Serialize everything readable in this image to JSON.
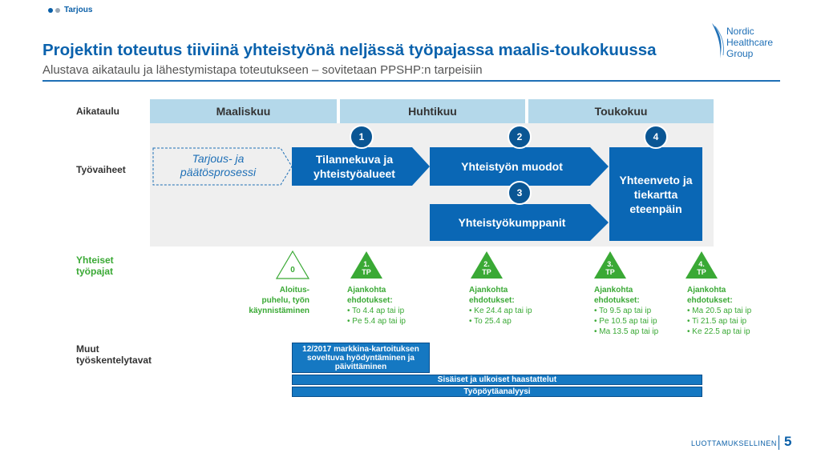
{
  "header": {
    "tag": "Tarjous"
  },
  "title": "Projektin toteutus tiiviinä yhteistyönä neljässä työpajassa maalis-toukokuussa",
  "subtitle": "Alustava aikataulu ja lähestymistapa toteutukseen – sovitetaan PPSHP:n tarpeisiin",
  "logo": {
    "line1": "Nordic",
    "line2": "Healthcare",
    "line3": "Group"
  },
  "rows": {
    "schedule": "Aikataulu",
    "phases": "Työvaiheet",
    "workshops": [
      "Yhteiset",
      "työpajat"
    ],
    "other": [
      "Muut",
      "työskentelytavat"
    ]
  },
  "months": [
    "Maaliskuu",
    "Huhtikuu",
    "Toukokuu"
  ],
  "phases": {
    "tender": [
      "Tarjous- ja",
      "päätösprosessi"
    ],
    "p1": [
      "Tilannekuva ja",
      "yhteistyöalueet"
    ],
    "p2": "Yhteistyön muodot",
    "p3": "Yhteistyökumppanit",
    "p4": [
      "Yhteenveto ja",
      "tiekartta",
      "eteenpäin"
    ]
  },
  "circles": [
    "1",
    "2",
    "3",
    "4"
  ],
  "workshops": [
    {
      "mark": [
        "0",
        ""
      ],
      "lines": [
        "Aloitus-",
        "puhelu, työn",
        "käynnistäminen"
      ]
    },
    {
      "mark": [
        "1.",
        "TP"
      ],
      "heading": [
        "Ajankohta",
        "ehdotukset:"
      ],
      "items": [
        "• To 4.4 ap tai ip",
        "• Pe 5.4 ap tai ip"
      ]
    },
    {
      "mark": [
        "2.",
        "TP"
      ],
      "heading": [
        "Ajankohta",
        "ehdotukset:"
      ],
      "items": [
        "• Ke 24.4 ap tai ip",
        "• To 25.4 ap"
      ]
    },
    {
      "mark": [
        "3.",
        "TP"
      ],
      "heading": [
        "Ajankohta",
        "ehdotukset:"
      ],
      "items": [
        "• To 9.5 ap tai ip",
        "• Pe 10.5 ap tai ip",
        "• Ma 13.5 ap tai ip"
      ]
    },
    {
      "mark": [
        "4.",
        "TP"
      ],
      "heading": [
        "Ajankohta",
        "ehdotukset:"
      ],
      "items": [
        "• Ma 20.5 ap tai ip",
        "• Ti 21.5 ap tai ip",
        "• Ke 22.5 ap tai ip"
      ]
    }
  ],
  "bars": {
    "market": [
      "12/2017 markkina-kartoituksen",
      "soveltuva hyödyntäminen ja",
      "päivittäminen"
    ],
    "interviews": "Sisäiset ja ulkoiset haastattelut",
    "desk": "Työpöytäanalyysi"
  },
  "footer": {
    "label": "LUOTTAMUKSELLINEN",
    "page": "5"
  },
  "colors": {
    "brand_blue": "#0a62ad",
    "phase_blue": "#0a67b5",
    "month_bg": "#b4d8ea",
    "workshop_green": "#3aa935"
  }
}
